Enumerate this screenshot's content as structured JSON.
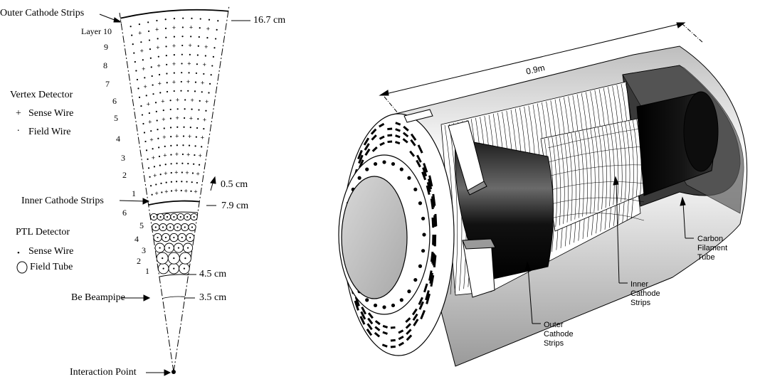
{
  "wedge": {
    "title_outer_strips": "Outer Cathode Strips",
    "radius_outer": "16.7 cm",
    "layer_top_label": "Layer 10",
    "vertex_layers": [
      "1",
      "2",
      "3",
      "4",
      "5",
      "6",
      "7",
      "8",
      "9"
    ],
    "ptl_layers": [
      "1",
      "2",
      "3",
      "4",
      "5",
      "6"
    ],
    "vertex_detector": {
      "title": "Vertex Detector",
      "sense_symbol": "+",
      "sense_label": "Sense Wire",
      "field_symbol": ".",
      "field_label": "Field Wire"
    },
    "inner_strips_label": "Inner Cathode Strips",
    "strip_thickness": "0.5 cm",
    "radius_inner_strips": "7.9 cm",
    "ptl_detector": {
      "title": "PTL Detector",
      "sense_symbol": "•",
      "sense_label": "Sense Wire",
      "field_label": "Field Tube"
    },
    "radius_ptl": "4.5 cm",
    "beampipe_label": "Be Beampipe",
    "radius_beampipe": "3.5 cm",
    "interaction_point": "Interaction Point"
  },
  "cylinder": {
    "length": "0.9m",
    "carbon_tube": [
      "Carbon",
      "Filament",
      "Tube"
    ],
    "inner_strips": [
      "Inner",
      "Cathode",
      "Strips"
    ],
    "outer_strips": [
      "Outer",
      "Cathode",
      "Strips"
    ]
  }
}
